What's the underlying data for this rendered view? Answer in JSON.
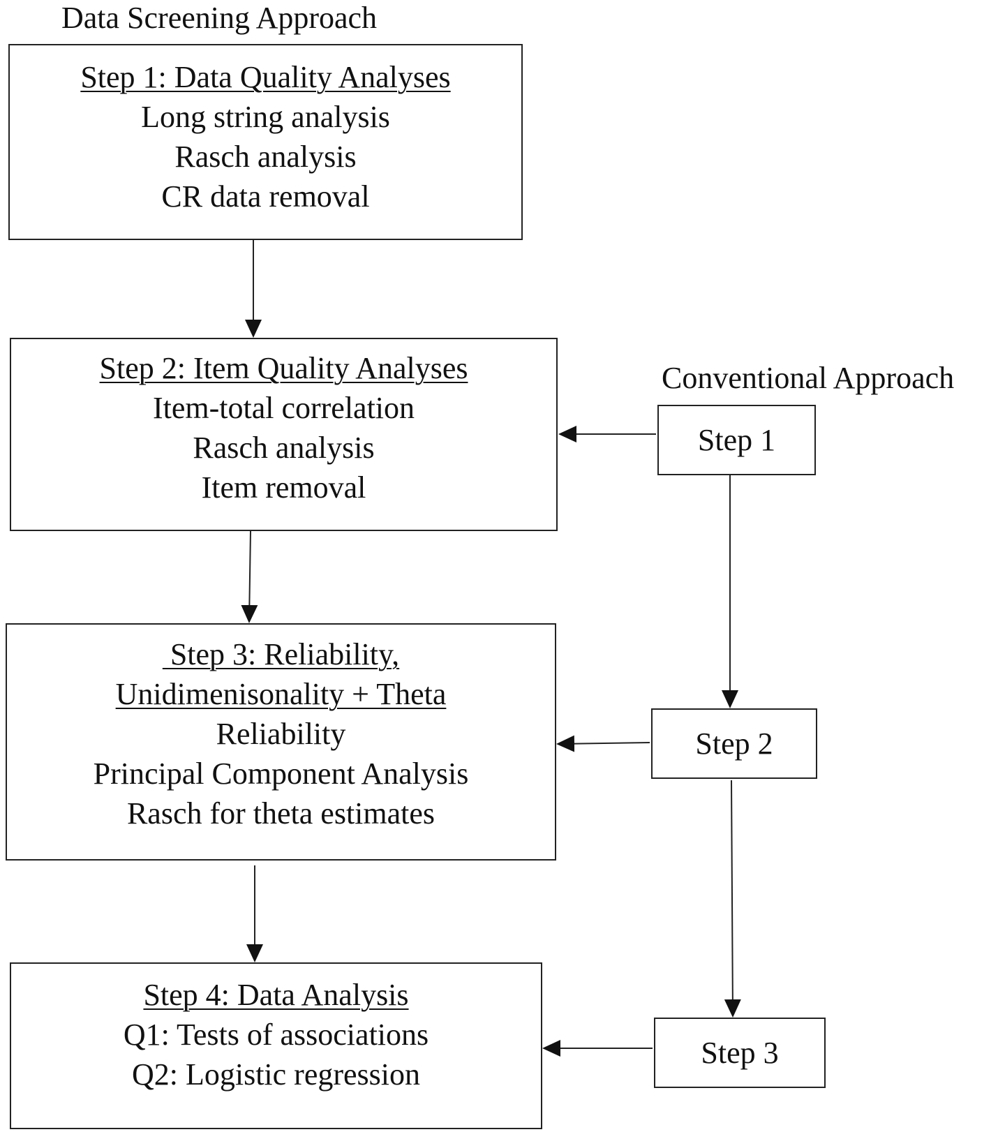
{
  "left_heading": "Data Screening Approach",
  "right_heading": "Conventional Approach",
  "screening_steps": [
    {
      "title": "Step 1: Data Quality Analyses",
      "items": [
        "Long string analysis",
        "Rasch analysis",
        "CR data removal"
      ]
    },
    {
      "title": "Step 2: Item Quality Analyses",
      "items": [
        "Item-total correlation",
        "Rasch analysis",
        "Item removal"
      ]
    },
    {
      "title_lines": [
        " Step 3: Reliability,",
        "Unidimenisonality + Theta"
      ],
      "items": [
        "Reliability",
        "Principal Component Analysis",
        "Rasch for theta estimates"
      ]
    },
    {
      "title": "Step 4: Data Analysis",
      "items": [
        "Q1: Tests of associations",
        "Q2: Logistic regression"
      ]
    }
  ],
  "conventional_steps": [
    "Step 1",
    "Step 2",
    "Step 3"
  ]
}
